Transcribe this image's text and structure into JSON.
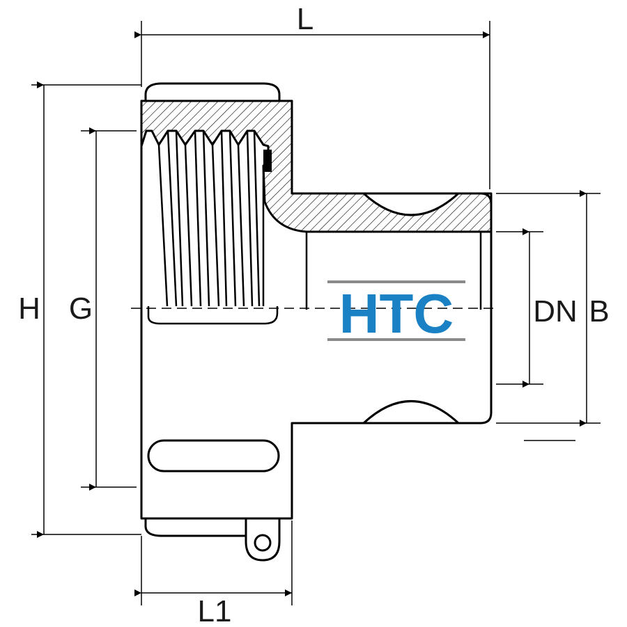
{
  "dimensions": {
    "L": "L",
    "H": "H",
    "G": "G",
    "DN": "DN",
    "B": "B",
    "L1": "L1"
  },
  "logo": {
    "text": "HTC",
    "color": "#1a82c4",
    "rule_color": "#8a8a8a"
  },
  "colors": {
    "line": "#000000",
    "hatch": "#000000"
  }
}
